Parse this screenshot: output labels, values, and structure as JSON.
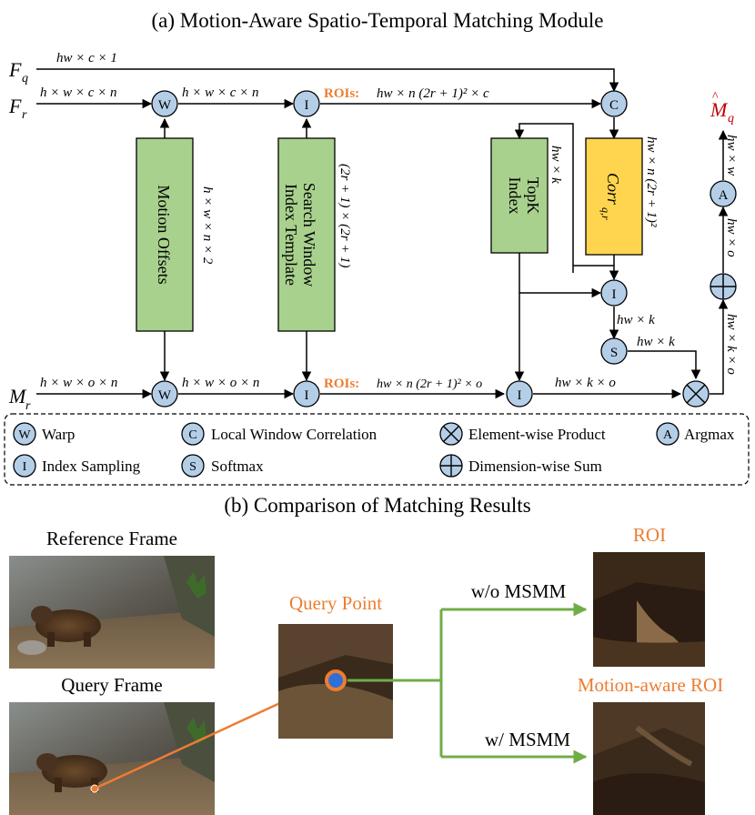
{
  "title_a": "(a) Motion-Aware Spatio-Temporal Matching Module",
  "title_b": "(b) Comparison of Matching Results",
  "inputs": {
    "fq": "F",
    "fq_sub": "q",
    "fr": "F",
    "fr_sub": "r",
    "mr": "M",
    "mr_sub": "r"
  },
  "output": {
    "label": "M",
    "sub": "q"
  },
  "shapes": {
    "fq": "hw × c × 1",
    "fr": "h × w × c × n",
    "fr_warped": "h × w × c × n",
    "roi_top_prefix": "ROIs:",
    "roi_top": "hw × n (2r + 1)² × c",
    "mr": "h × w × o × n",
    "mr_warped": "h × w × o × n",
    "roi_bottom_prefix": "ROIs:",
    "roi_bottom": "hw × n (2r + 1)² × o",
    "offsets": "h × w × n × 2",
    "search": "(2r + 1) × (2r + 1)",
    "topk": "hw × k",
    "corr": "hw × n (2r + 1)²",
    "sampled": "hw × k",
    "softmax": "hw × k",
    "topk_mask": "hw × k × o",
    "product": "hw × k × o",
    "sum": "hw × o",
    "argmax": "hw × w"
  },
  "boxes": {
    "motion_offsets": "Motion Offsets",
    "search_window_1": "Search Window",
    "search_window_2": "Index Template",
    "topk_1": "TopK",
    "topk_2": "Index",
    "corr": "Corr",
    "corr_sub": "q,r"
  },
  "ops": {
    "warp": "W",
    "index": "I",
    "corr": "C",
    "softmax": "S",
    "argmax": "A"
  },
  "legend": [
    {
      "symbol": "W",
      "label": "Warp"
    },
    {
      "symbol": "C",
      "label": "Local Window Correlation"
    },
    {
      "symbol": "×",
      "label": "Element-wise Product"
    },
    {
      "symbol": "A",
      "label": "Argmax"
    },
    {
      "symbol": "I",
      "label": "Index Sampling"
    },
    {
      "symbol": "S",
      "label": "Softmax"
    },
    {
      "symbol": "+",
      "label": "Dimension-wise Sum"
    }
  ],
  "part_b": {
    "reference_frame": "Reference Frame",
    "query_frame": "Query Frame",
    "query_point": "Query Point",
    "roi": "ROI",
    "motion_roi": "Motion-aware ROI",
    "wo": "w/o MSMM",
    "w": "w/ MSMM"
  },
  "colors": {
    "accent_orange": "#ED7D31",
    "green": "#70AD47",
    "op_fill": "#B4CEE8",
    "box_green": "#A9D18E",
    "box_yellow": "#FFD54F",
    "output_red": "#C00000"
  }
}
